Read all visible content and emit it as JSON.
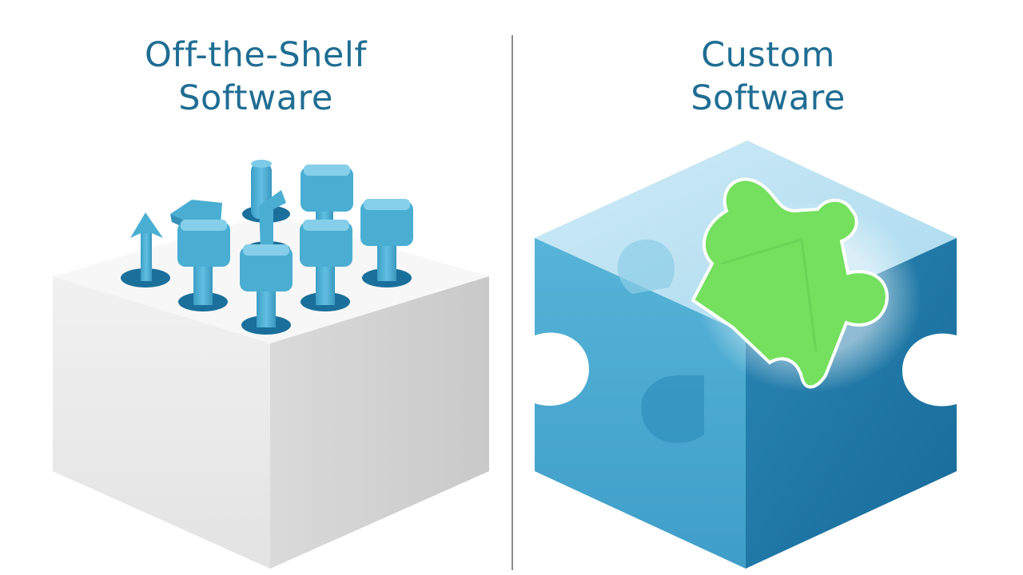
{
  "left_panel": {
    "title_line1": "Off-the-Shelf",
    "title_line2": "Software",
    "illustration_icon": "block-with-pegs-icon"
  },
  "right_panel": {
    "title_line1": "Custom",
    "title_line2": "Software",
    "illustration_icon": "puzzle-cube-icon"
  },
  "colors": {
    "title": "#1f6d93",
    "peg": "#4aaed3",
    "block": "#e9e9e9",
    "cube_light": "#bde3f2",
    "cube_mid": "#48abd1",
    "cube_dark": "#1d78a6",
    "puzzle_piece": "#74e05e",
    "divider": "#8c8c8c"
  }
}
